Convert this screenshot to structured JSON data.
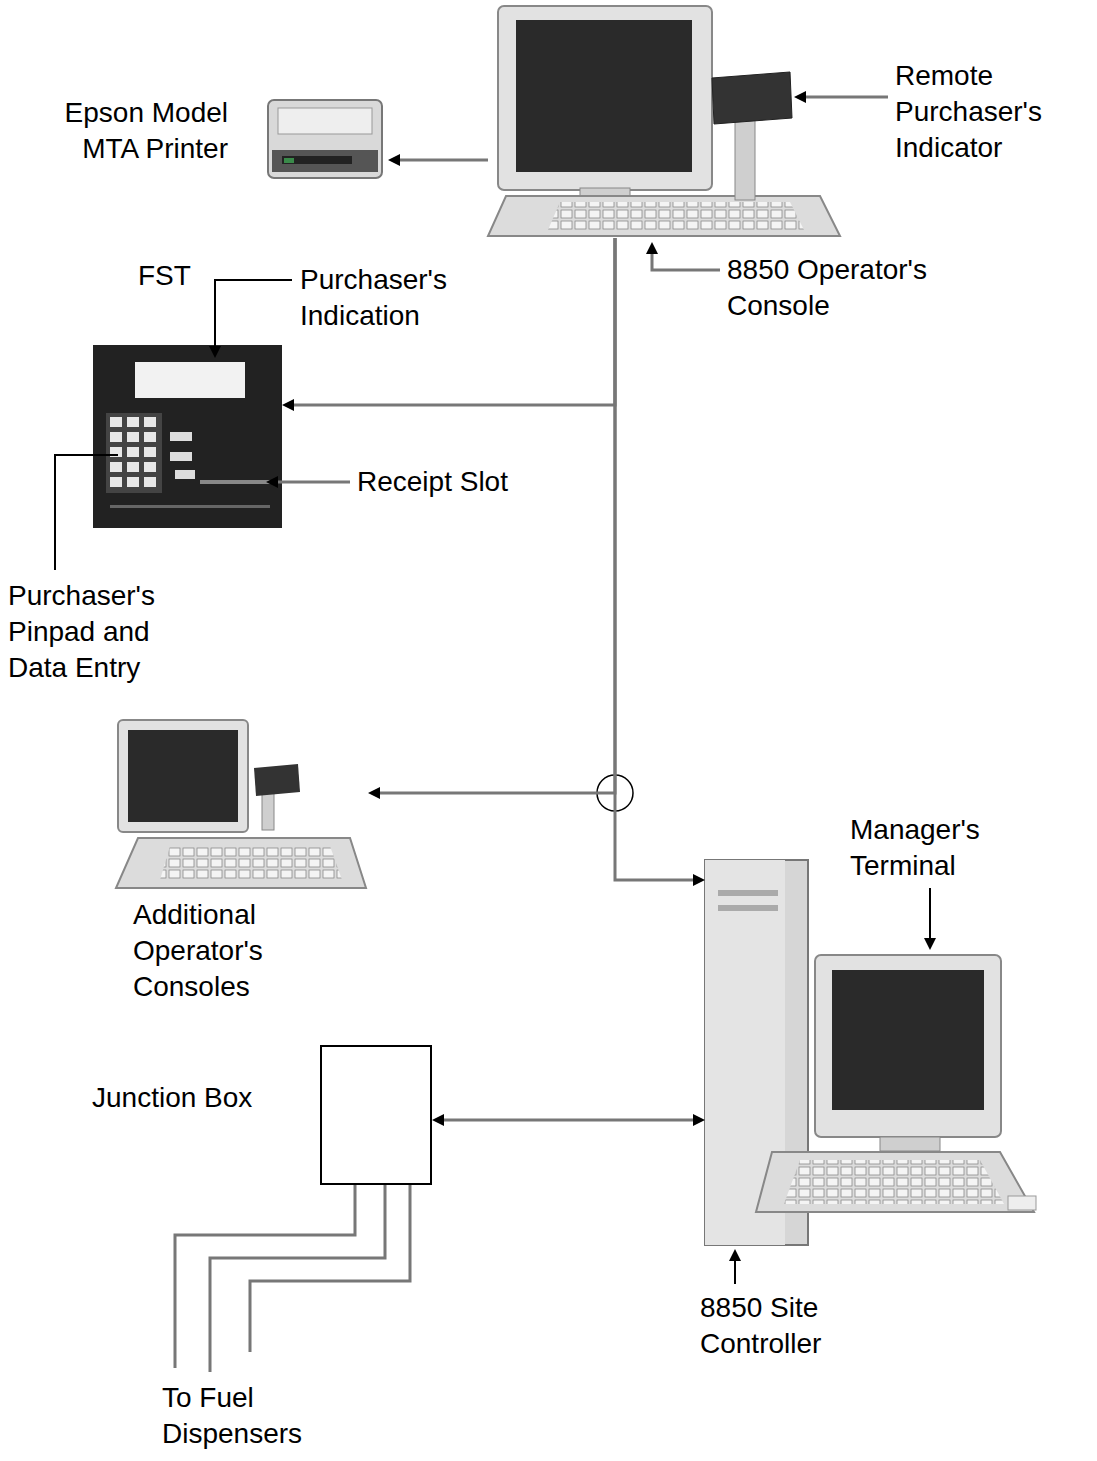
{
  "diagram": {
    "nodes": [
      {
        "text": [
          "Epson Model MTA Printer"
        ]
      },
      {
        "text": [
          "8850 Operator's Console"
        ]
      },
      {
        "text": [
          "FST"
        ]
      },
      {
        "text": [
          "Additional Operator's Consoles"
        ]
      },
      {
        "text": [
          "Junction Box"
        ]
      },
      {
        "text": [
          "8850 Site Controller"
        ]
      }
    ],
    "edges": [
      {
        "from": 1,
        "to": 0,
        "arrow": "to"
      },
      {
        "from": 1,
        "to": 2,
        "arrow": "to"
      },
      {
        "from": 1,
        "to": 3,
        "arrow": "to"
      },
      {
        "from": 1,
        "to": 5,
        "arrow": "to"
      },
      {
        "from": 4,
        "to": 5,
        "arrow": "both"
      }
    ],
    "labels": [
      "Remote Purchaser's Indicator",
      "Purchaser's Indication",
      "Receipt Slot",
      "Purchaser's Pinpad and Data Entry",
      "Manager's Terminal",
      "To Fuel Dispensers"
    ]
  }
}
